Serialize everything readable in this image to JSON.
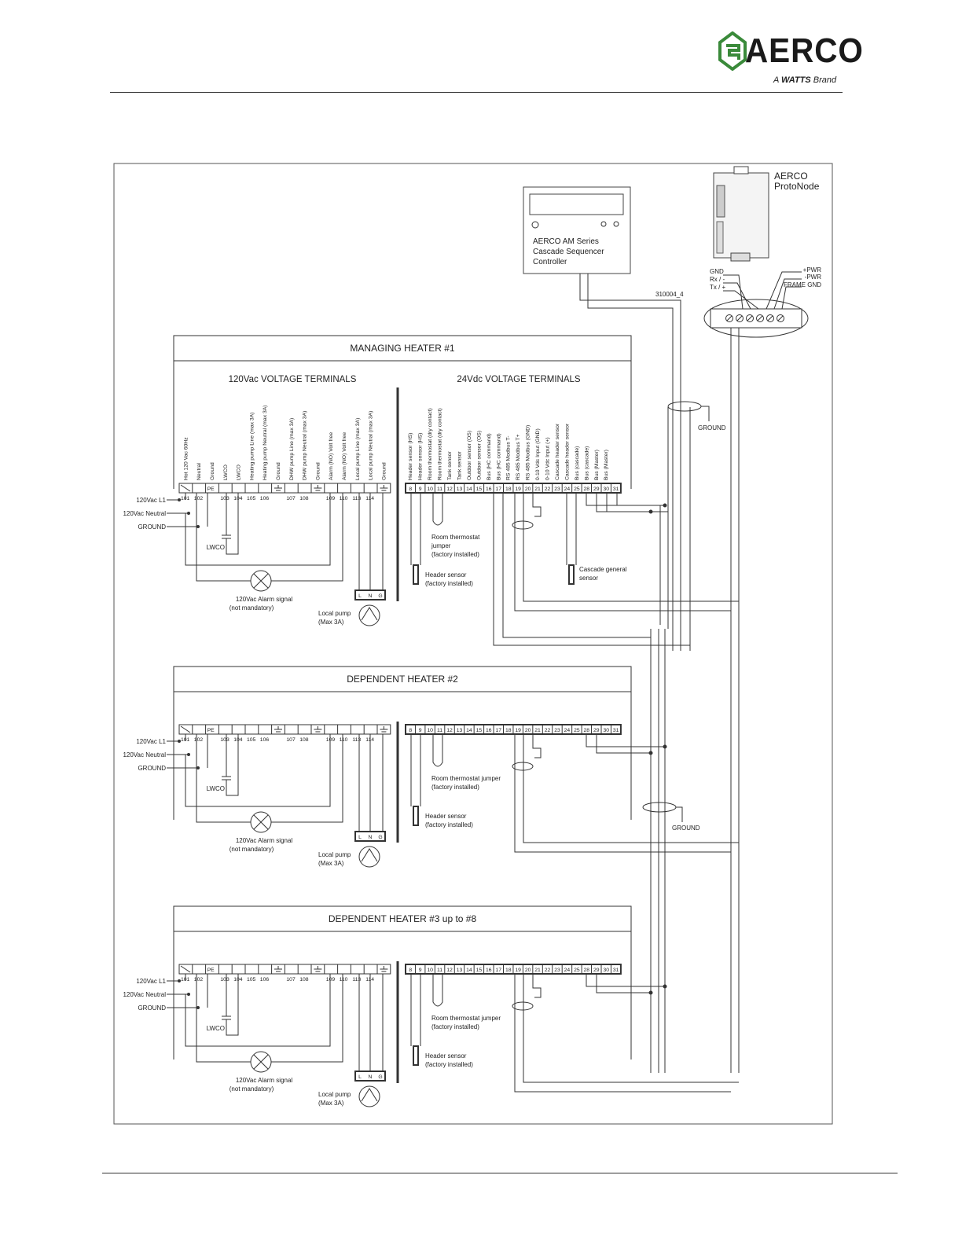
{
  "brand": {
    "name": "AERCO",
    "tagline_prefix": "A",
    "tagline_bold": "WATTS",
    "tagline_suffix": "Brand"
  },
  "diagram": {
    "figure_ref": "310004_4",
    "protonode": {
      "label_line1": "AERCO",
      "label_line2": "ProtoNode",
      "pins_left": [
        "GND",
        "Rx / -",
        "Tx / +"
      ],
      "pins_right": [
        "+PWR",
        "-PWR",
        "FRAME GND"
      ]
    },
    "controller": {
      "line1": "AERCO AM Series",
      "line2": "Cascade Sequencer",
      "line3": "Controller"
    },
    "ground_label": "GROUND",
    "section_120": "120Vac VOLTAGE TERMINALS",
    "section_24": "24Vdc VOLTAGE TERMINALS",
    "supply_labels": [
      "120Vac L1",
      "120Vac Neutral",
      "GROUND"
    ],
    "pe_label": "PE",
    "lwco_label": "LWCO",
    "alarm_line1": "120Vac Alarm signal",
    "alarm_line2": "(not mandatory)",
    "pump_line1": "Local pump",
    "pump_line2": "(Max 3A)",
    "lng": [
      "L",
      "N",
      "G"
    ],
    "thermostat_line1": "Room thermostat",
    "thermostat_line2": "jumper",
    "thermostat_line3": "(factory installed)",
    "thermostat_inline": "Room thermostat jumper",
    "factory_installed": "(factory installed)",
    "header_sensor": "Header sensor",
    "cascade_line1": "Cascade general",
    "cascade_line2": "sensor",
    "terminals_120": [
      "101",
      "102",
      "",
      "103",
      "104",
      "105",
      "106",
      "",
      "107",
      "108",
      "",
      "109",
      "110",
      "113",
      "114",
      ""
    ],
    "terminals_24": [
      "8",
      "9",
      "10",
      "11",
      "12",
      "13",
      "14",
      "15",
      "16",
      "17",
      "18",
      "19",
      "20",
      "21",
      "22",
      "23",
      "24",
      "25",
      "28",
      "29",
      "30",
      "31"
    ],
    "labels_120": [
      "Hot 120 Vac 60Hz",
      "Neutral",
      "Ground",
      "LWCO",
      "LWCO",
      "Heating pump Line (max 3A)",
      "Heating pump Neutral (max 3A)",
      "Ground",
      "DHW pump Line (max 3A)",
      "DHW pump Neutral (max 3A)",
      "Ground",
      "Alarm (NO) Volt free",
      "Alarm (NO) Volt free",
      "Local pump Line (max 3A)",
      "Local pump Neutral (max 3A)",
      "Ground"
    ],
    "labels_24": [
      "Header sensor (HS)",
      "Header sensor (HS)",
      "Room thermostat (dry contact)",
      "Room thermostat (dry contact)",
      "Tank sensor",
      "Tank sensor",
      "Outdoor sensor (OS)",
      "Outdoor sensor (OS)",
      "Bus (HC command)",
      "Bus (HC command)",
      "RS 485 Modbus T-",
      "RS 485 Modbus T+",
      "RS 485 Modbus (GND)",
      "0-10 Vdc Input (GND)",
      "0-10 Vdc Input (+)",
      "Cascade header sensor",
      "Cascade header sensor",
      "Bus (cascade)",
      "Bus (cascade)",
      "Bus (Master)",
      "Bus (Master)",
      ""
    ],
    "heaters": [
      {
        "title": "MANAGING HEATER #1"
      },
      {
        "title": "DEPENDENT HEATER #2"
      },
      {
        "title": "DEPENDENT HEATER #3 up to #8"
      }
    ]
  }
}
